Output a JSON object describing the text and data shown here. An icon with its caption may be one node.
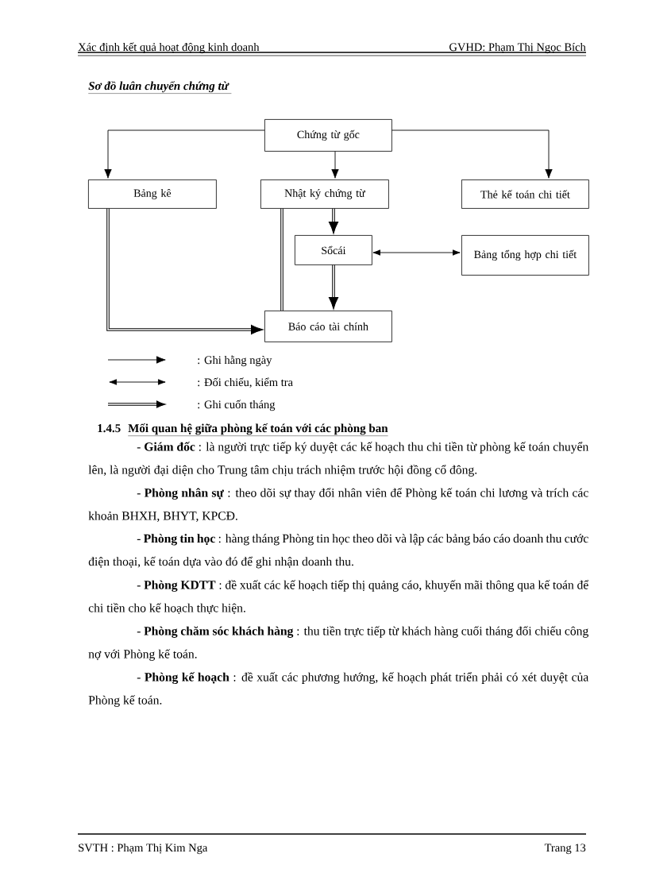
{
  "diagram": {
    "title": "Sơ đồ luân chuyển chứng từ",
    "nodes": [
      {
        "text": [
          "Chứng từ gốc"
        ]
      },
      {
        "text": [
          "Bảng kê"
        ]
      },
      {
        "text": [
          "Nhật ký chứng từ"
        ]
      },
      {
        "text": [
          "Thẻ kế toán chi tiết"
        ]
      },
      {
        "text": [
          "Sổcái"
        ]
      },
      {
        "text": [
          "Bảng tổng hợp chi tiết"
        ]
      },
      {
        "text": [
          "Báo cáo tài chính"
        ]
      }
    ],
    "edges": [
      {
        "from": 0,
        "to": 1,
        "arrow": "to"
      },
      {
        "from": 0,
        "to": 2,
        "arrow": "to"
      },
      {
        "from": 0,
        "to": 3,
        "arrow": "to"
      },
      {
        "from": 2,
        "to": 4,
        "arrow": "to",
        "style": "thick"
      },
      {
        "from": 4,
        "to": 5,
        "arrow": "both"
      },
      {
        "from": 4,
        "to": 6,
        "arrow": "to",
        "style": "thick"
      },
      {
        "from": 2,
        "to": 6,
        "arrow": "none",
        "style": "thick"
      },
      {
        "from": 1,
        "to": 6,
        "arrow": "to",
        "style": "thick"
      }
    ],
    "labels": [
      "Xác định kết quả hoạt động kinh  doanh",
      "GVHD: Phạm Thị Ngọc Bích",
      "1.4.5",
      "Mối quan hệ giữa phòng kế toán với các phòng ban",
      "- **Giám đốc** : là người trực tiếp ký duyệt các kế hoạch thu chi tiền từ phòng kế toán chuyển lên, là người đại diện cho Trung tâm chịu trách nhiệm trước hội đồng cổ đông.",
      "- **Phòng nhân sự** : theo dõi sự thay đổi nhân viên để Phòng kế toán chi lương và trích các khoản BHXH, BHYT, KPCĐ.",
      "- **Phòng tin học** : hàng tháng Phòng tin học theo dõi và lập các bảng báo cáo doanh thu cước điện thoại, kế toán dựa vào đó để ghi nhận doanh thu.",
      "- **Phòng KDTT** : đề xuất các kế hoạch tiếp thị quảng cáo, khuyến mãi thông qua kế toán để chi tiền cho kế hoạch thực hiện.",
      "- **Phòng chăm sóc khách hàng** : thu tiền trực tiếp từ khách hàng cuối tháng đối chiếu công nợ với Phòng kế toán.",
      "- **Phòng kế hoạch** : đề xuất các phương hướng, kế hoạch phát triển phải có xét duyệt của Phòng kế toán.",
      "SVTH : Phạm Thị Kim Nga",
      "Trang 13"
    ],
    "legend": [
      {
        "text": ": Ghi hằng ngày"
      },
      {
        "text": ": Đối chiếu, kiểm tra"
      },
      {
        "text": ": Ghi cuốn tháng"
      }
    ]
  }
}
